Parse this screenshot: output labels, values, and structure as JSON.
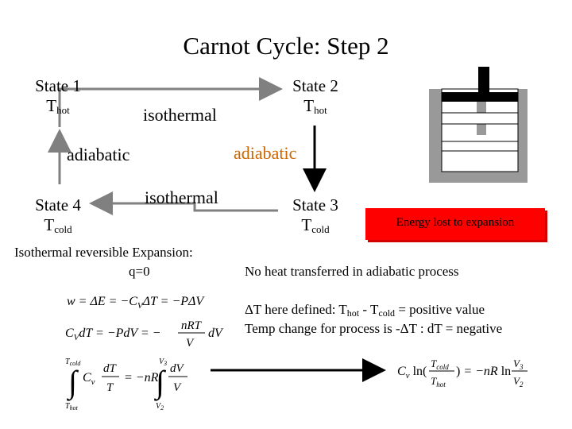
{
  "title": "Carnot Cycle: Step 2",
  "states": {
    "s1": {
      "name": "State 1",
      "T": "T",
      "sub": "hot"
    },
    "s2": {
      "name": "State 2",
      "T": "T",
      "sub": "hot"
    },
    "s3": {
      "name": "State 3",
      "T": "T",
      "sub": "cold"
    },
    "s4": {
      "name": "State 4",
      "T": "T",
      "sub": "cold"
    }
  },
  "processes": {
    "top": "isothermal",
    "bottom": "isothermal",
    "left": "adiabatic",
    "right": "adiabatic"
  },
  "energy_box_label": "Energy lost to expansion",
  "left_notes": {
    "line1": "Isothermal reversible Expansion:",
    "line2": "q=0"
  },
  "right_notes": {
    "no_heat": "No heat transferred in adiabatic process",
    "delta_prefix": "ΔT here defined: T",
    "delta_hot_sub": "hot",
    "delta_mid": " - T",
    "delta_cold_sub": "cold",
    "delta_suffix": " = positive value",
    "temp_change": "Temp change for process is -ΔT : dT = negative"
  },
  "equations": {
    "eq1": "w = ΔE = −CᵥΔT = −PΔV",
    "int_lower_T": "Thot",
    "int_upper_T": "Tcold",
    "int_lower_V": "V2",
    "int_upper_V": "V3"
  },
  "colors": {
    "accent_orange": "#cc6600",
    "arrow_gray": "#808080",
    "energy_box": "#ff0000",
    "piston_gray": "#999999"
  }
}
